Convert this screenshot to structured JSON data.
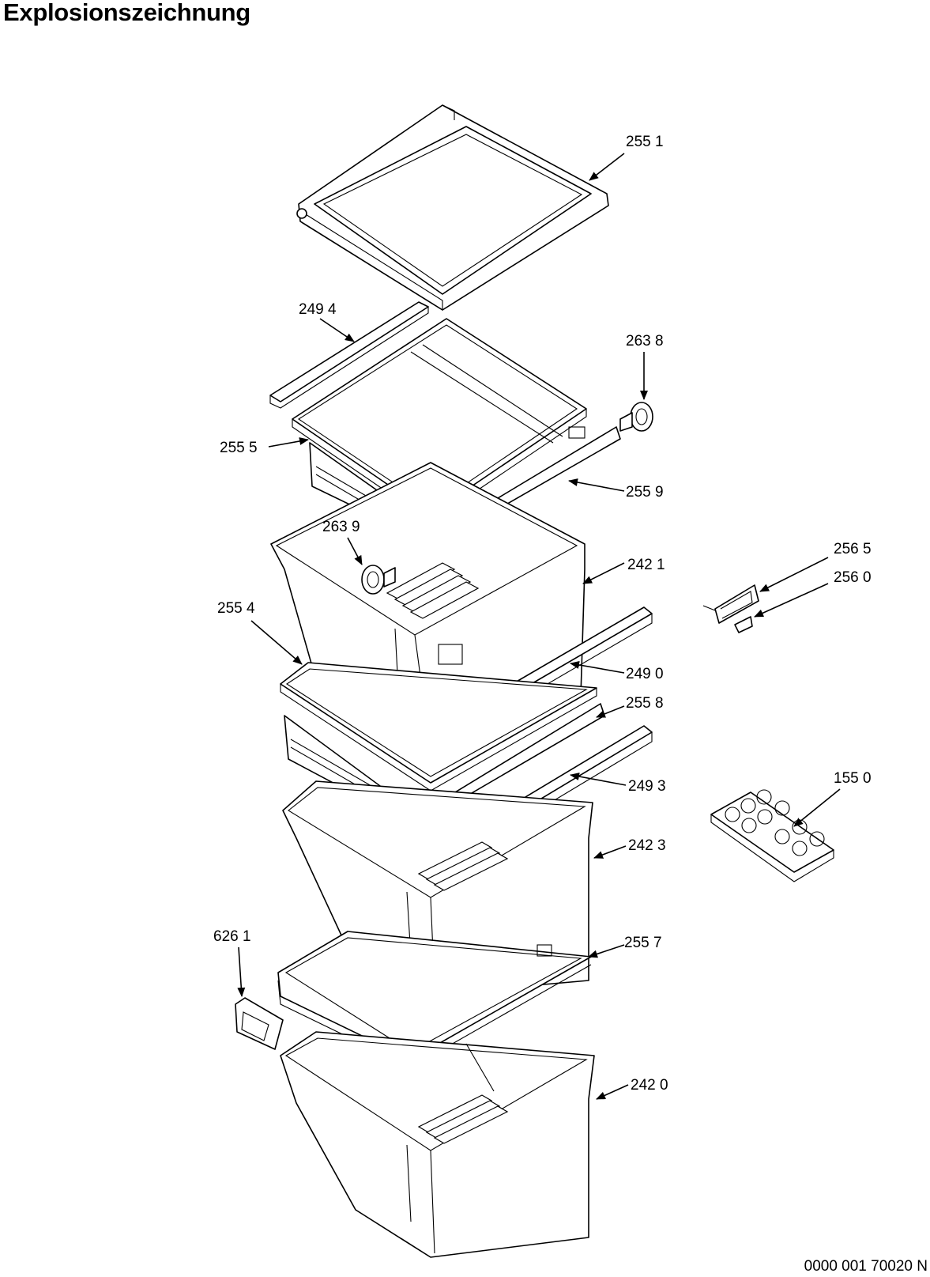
{
  "title": "Explosionszeichnung",
  "document_number": "0000 001 70020 N",
  "parts": [
    {
      "id": "p2551",
      "label": "255 1"
    },
    {
      "id": "p2494",
      "label": "249 4"
    },
    {
      "id": "p2638",
      "label": "263 8"
    },
    {
      "id": "p2555",
      "label": "255 5"
    },
    {
      "id": "p2559",
      "label": "255 9"
    },
    {
      "id": "p2639",
      "label": "263 9"
    },
    {
      "id": "p2421",
      "label": "242 1"
    },
    {
      "id": "p2565",
      "label": "256 5"
    },
    {
      "id": "p2560",
      "label": "256 0"
    },
    {
      "id": "p2554",
      "label": "255 4"
    },
    {
      "id": "p2490",
      "label": "249 0"
    },
    {
      "id": "p2558",
      "label": "255 8"
    },
    {
      "id": "p2493",
      "label": "249 3"
    },
    {
      "id": "p1550",
      "label": "155 0"
    },
    {
      "id": "p2423",
      "label": "242 3"
    },
    {
      "id": "p6261",
      "label": "626 1"
    },
    {
      "id": "p2557",
      "label": "255 7"
    },
    {
      "id": "p2420",
      "label": "242 0"
    }
  ]
}
